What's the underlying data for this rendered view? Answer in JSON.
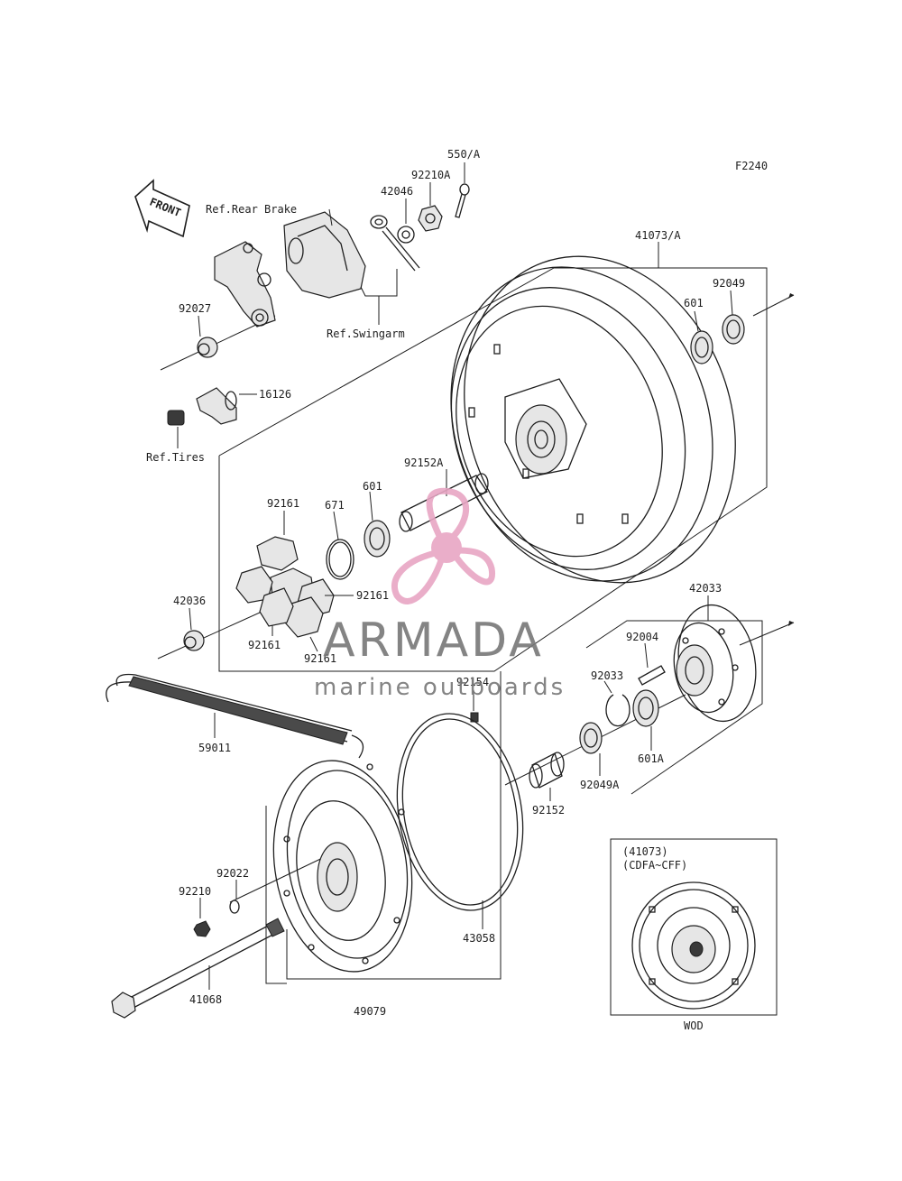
{
  "diagram": {
    "code": "F2240",
    "front_label": "FRONT",
    "inset": {
      "line1": "(41073)",
      "line2": "(CDFA~CFF)",
      "caption": "WOD"
    }
  },
  "labels": {
    "l550a": "550/A",
    "l92210a": "92210A",
    "l42046": "42046",
    "refRearBrake": "Ref.Rear Brake",
    "l41073a": "41073/A",
    "l92049": "92049",
    "l601top": "601",
    "l92027": "92027",
    "refSwingarm": "Ref.Swingarm",
    "l16126": "16126",
    "refTires": "Ref.Tires",
    "l92152a": "92152A",
    "l601mid": "601",
    "l92161a": "92161",
    "l671": "671",
    "l92161b": "92161",
    "l42036": "42036",
    "l92161c": "92161",
    "l92161d": "92161",
    "l42033": "42033",
    "l92004": "92004",
    "l92154": "92154",
    "l92033": "92033",
    "l59011": "59011",
    "l601a": "601A",
    "l92049a": "92049A",
    "l92152": "92152",
    "l92022": "92022",
    "l92210": "92210",
    "l43058": "43058",
    "l41068": "41068",
    "l49079": "49079"
  },
  "watermark": {
    "brand": "ARMADA",
    "tagline": "marine outboards",
    "colors": {
      "pink": "#e8a6c4",
      "gray": "#7a7a7a"
    }
  }
}
